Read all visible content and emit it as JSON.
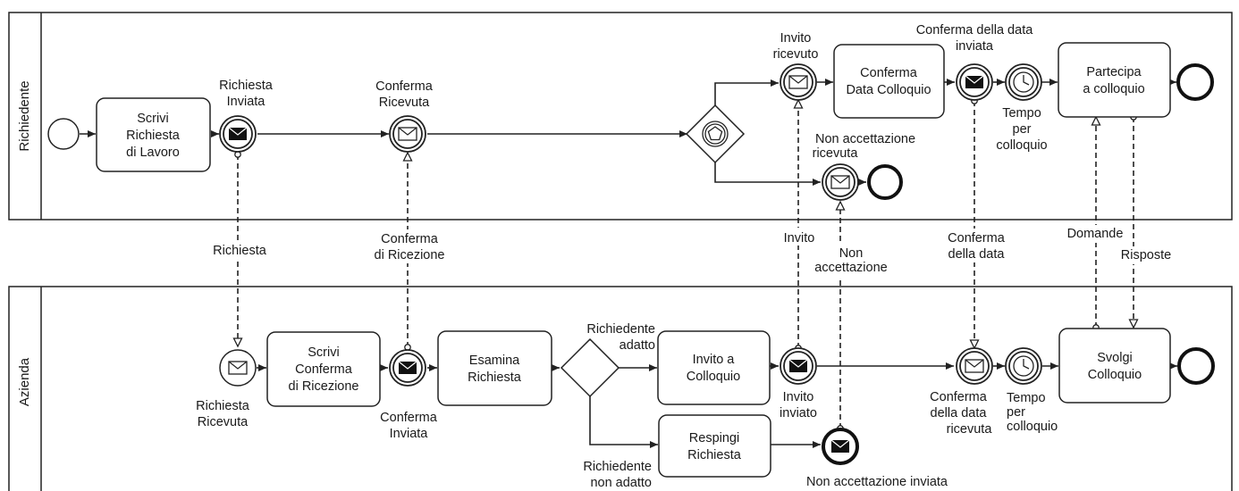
{
  "pools": {
    "top": "Richiedente",
    "bottom": "Azienda"
  },
  "tasks": {
    "scrivi_richiesta": [
      "Scrivi",
      "Richiesta",
      "di Lavoro"
    ],
    "conferma_data": [
      "Conferma",
      "Data Colloquio"
    ],
    "partecipa": [
      "Partecipa",
      "a colloquio"
    ],
    "scrivi_conferma": [
      "Scrivi",
      "Conferma",
      "di Ricezione"
    ],
    "esamina": [
      "Esamina",
      "Richiesta"
    ],
    "invito_colloquio": [
      "Invito a",
      "Colloquio"
    ],
    "respingi": [
      "Respingi",
      "Richiesta"
    ],
    "svolgi": [
      "Svolgi",
      "Colloquio"
    ]
  },
  "events": {
    "richiesta_inviata": [
      "Richiesta",
      "Inviata"
    ],
    "conferma_ricevuta": [
      "Conferma",
      "Ricevuta"
    ],
    "invito_ricevuto": [
      "Invito",
      "ricevuto"
    ],
    "conferma_data_inviata": [
      "Conferma della data",
      "inviata"
    ],
    "tempo_colloquio_top": [
      "Tempo",
      "per",
      "colloquio"
    ],
    "non_accettazione_ricevuta": [
      "Non accettazione",
      "ricevuta"
    ],
    "richiesta_ricevuta": [
      "Richiesta",
      "Ricevuta"
    ],
    "conferma_inviata": [
      "Conferma",
      "Inviata"
    ],
    "invito_inviato": [
      "Invito",
      "inviato"
    ],
    "conferma_data_ricevuta": [
      "Conferma",
      "della data",
      "ricevuta"
    ],
    "tempo_colloquio_bottom": [
      "Tempo",
      "per",
      "colloquio"
    ],
    "non_accettazione_inviata": "Non accettazione inviata"
  },
  "gateways": {
    "adatto": [
      "Richiedente",
      "adatto"
    ],
    "non_adatto": [
      "Richiedente",
      "non adatto"
    ]
  },
  "messages": {
    "richiesta": "Richiesta",
    "conferma_ricezione": [
      "Conferma",
      "di Ricezione"
    ],
    "invito": "Invito",
    "non_accettazione": [
      "Non",
      "accettazione"
    ],
    "conferma_data": [
      "Conferma",
      "della data"
    ],
    "domande": "Domande",
    "risposte": "Risposte"
  }
}
